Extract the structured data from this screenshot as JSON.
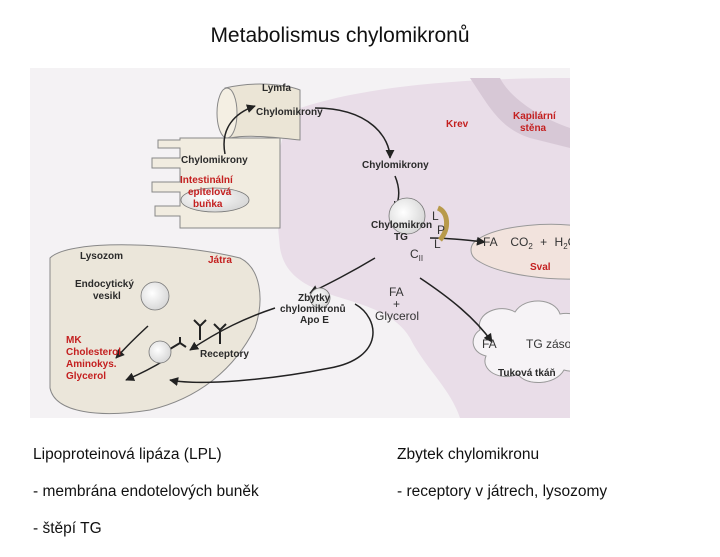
{
  "title": "Metabolismus chylomikronů",
  "diagram": {
    "lymfa": "Lymfa",
    "chylomikrony_lymph": "Chylomikrony",
    "chylomikrony_cell": "Chylomikrony",
    "intestinal_cell": [
      "Intestinální",
      "epitelová",
      "buňka"
    ],
    "krev": "Krev",
    "kapilarni_stena": [
      "Kapilární",
      "stěna"
    ],
    "chylomikrony_blood": "Chylomikrony",
    "chylomikron_tg": [
      "Chylomikron",
      "TG"
    ],
    "lpl": [
      "L",
      "P",
      "L"
    ],
    "cii": "C",
    "cii_sub": "II",
    "muscle_eq": {
      "fa": "FA",
      "co2": "CO",
      "co2_sub": "2",
      "plus": "+",
      "h2o": "H",
      "h2o_sub": "2",
      "o": "O"
    },
    "sval": "Sval",
    "lysozom": "Lysozom",
    "jatra": "Játra",
    "endocyticky": [
      "Endocytický",
      "vesikl"
    ],
    "zbytky": [
      "Zbytky",
      "chylomikronů",
      "Apo E"
    ],
    "fa_glycerol": [
      "FA",
      "+",
      "Glycerol"
    ],
    "receptory": "Receptory",
    "products": [
      "MK",
      "Cholesterol",
      "Aminokys.",
      "Glycerol"
    ],
    "adipose_eq": {
      "fa": "FA",
      "tg": "TG zásoby"
    },
    "tukova_tkan": "Tuková tkáň"
  },
  "notes_left": [
    "Lipoproteinová lipáza (LPL)",
    "- membrána endotelových buněk",
    "- štěpí TG"
  ],
  "notes_right": [
    "Zbytek chylomikronu",
    "- receptory v játrech, lysozomy"
  ]
}
